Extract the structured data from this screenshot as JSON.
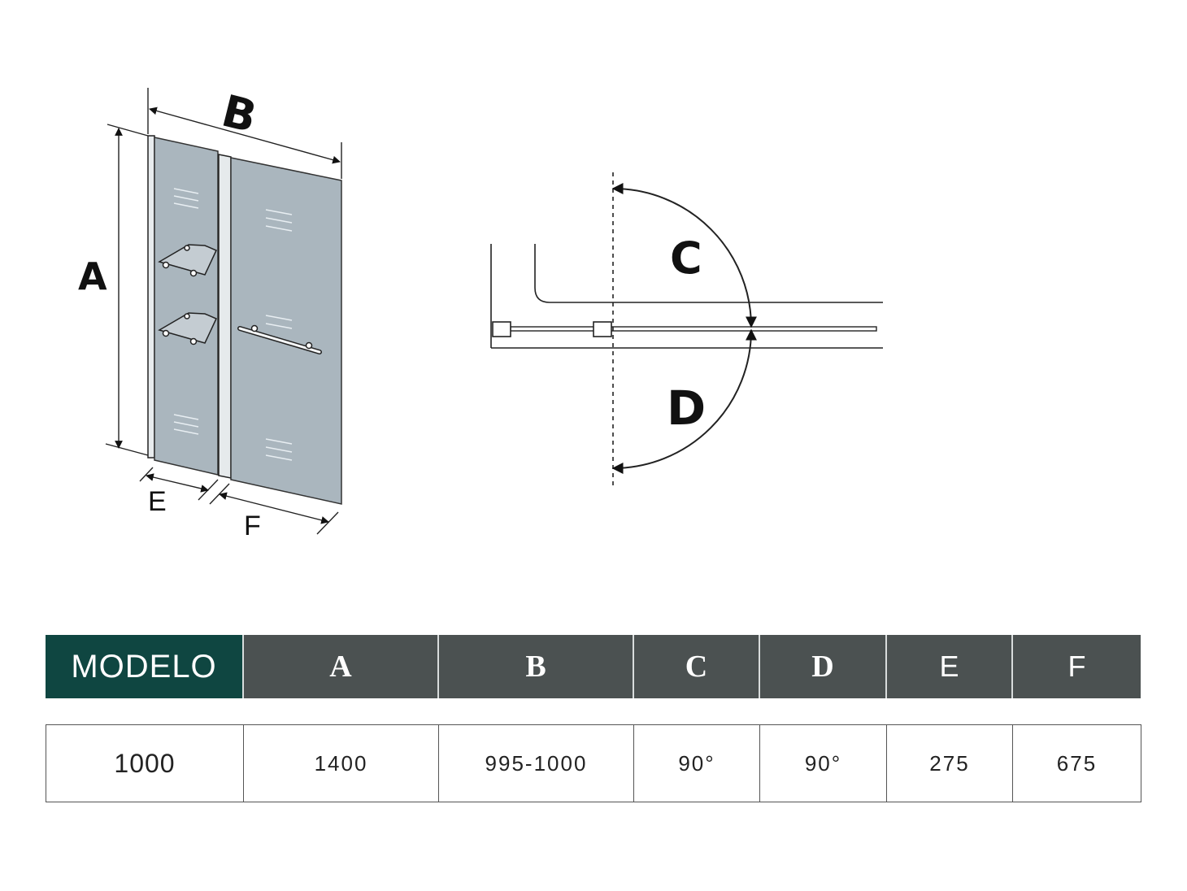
{
  "diagram": {
    "labels": {
      "a": "A",
      "b": "B",
      "c": "C",
      "d": "D",
      "e": "E",
      "f": "F"
    }
  },
  "table": {
    "headers": [
      "MODELO",
      "A",
      "B",
      "C",
      "D",
      "E",
      "F"
    ],
    "values": [
      "1000",
      "1400",
      "995-1000",
      "90°",
      "90°",
      "275",
      "675"
    ]
  },
  "colors": {
    "model_header": "#0f4641",
    "header": "#4b5151",
    "glass": "#aab6be"
  }
}
